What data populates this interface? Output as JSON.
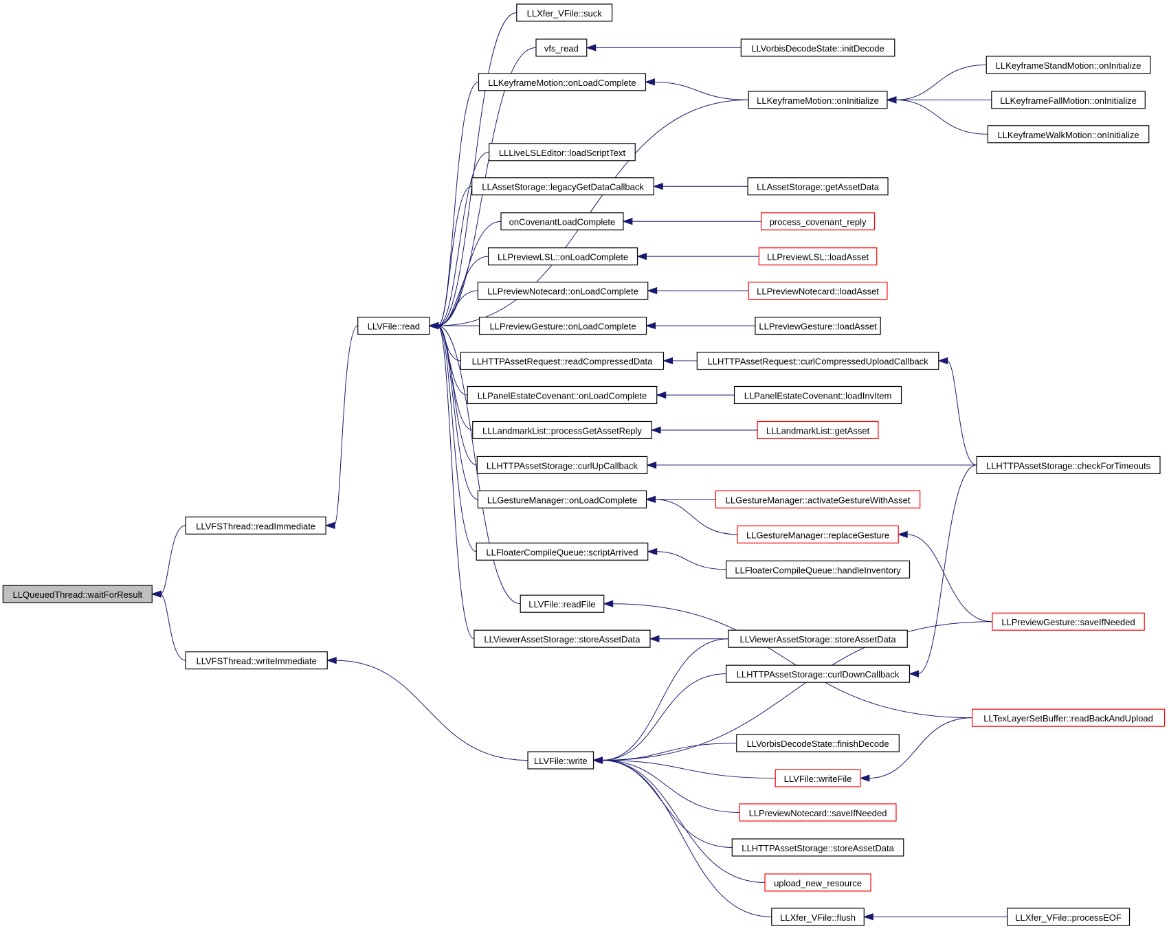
{
  "colors": {
    "edge": "#191970",
    "root_fill": "#bfbfbf",
    "node_border": "#000000",
    "incomplete_border": "#ff0000"
  },
  "nodes": [
    {
      "id": "n0",
      "label": "LLQueuedThread::waitForResult",
      "root": true
    },
    {
      "id": "n1",
      "label": "LLVFSThread::readImmediate"
    },
    {
      "id": "n2",
      "label": "LLVFSThread::writeImmediate"
    },
    {
      "id": "n3",
      "label": "LLVFile::read"
    },
    {
      "id": "n4",
      "label": "LLVFile::write"
    },
    {
      "id": "n5",
      "label": "LLXfer_VFile::suck"
    },
    {
      "id": "n6",
      "label": "vfs_read"
    },
    {
      "id": "n7",
      "label": "LLKeyframeMotion::onLoadComplete"
    },
    {
      "id": "n8",
      "label": "LLLiveLSLEditor::loadScriptText"
    },
    {
      "id": "n9",
      "label": "LLAssetStorage::legacyGetDataCallback"
    },
    {
      "id": "n10",
      "label": "onCovenantLoadComplete"
    },
    {
      "id": "n11",
      "label": "LLPreviewLSL::onLoadComplete"
    },
    {
      "id": "n12",
      "label": "LLPreviewNotecard::onLoadComplete"
    },
    {
      "id": "n13",
      "label": "LLPreviewGesture::onLoadComplete"
    },
    {
      "id": "n14",
      "label": "LLHTTPAssetRequest::readCompressedData"
    },
    {
      "id": "n15",
      "label": "LLPanelEstateCovenant::onLoadComplete"
    },
    {
      "id": "n16",
      "label": "LLLandmarkList::processGetAssetReply"
    },
    {
      "id": "n17",
      "label": "LLHTTPAssetStorage::curlUpCallback"
    },
    {
      "id": "n18",
      "label": "LLGestureManager::onLoadComplete"
    },
    {
      "id": "n19",
      "label": "LLFloaterCompileQueue::scriptArrived"
    },
    {
      "id": "n20",
      "label": "LLVFile::readFile"
    },
    {
      "id": "n21",
      "label": "LLViewerAssetStorage::storeAssetData"
    },
    {
      "id": "n22",
      "label": "LLVorbisDecodeState::initDecode"
    },
    {
      "id": "n23",
      "label": "LLKeyframeMotion::onInitialize"
    },
    {
      "id": "n24",
      "label": "LLAssetStorage::getAssetData"
    },
    {
      "id": "n25",
      "label": "process_covenant_reply",
      "incomplete": true
    },
    {
      "id": "n26",
      "label": "LLPreviewLSL::loadAsset",
      "incomplete": true
    },
    {
      "id": "n27",
      "label": "LLPreviewNotecard::loadAsset",
      "incomplete": true
    },
    {
      "id": "n28",
      "label": "LLPreviewGesture::loadAsset"
    },
    {
      "id": "n29",
      "label": "LLHTTPAssetRequest::curlCompressedUploadCallback"
    },
    {
      "id": "n30",
      "label": "LLPanelEstateCovenant::loadInvItem"
    },
    {
      "id": "n31",
      "label": "LLLandmarkList::getAsset",
      "incomplete": true
    },
    {
      "id": "n32",
      "label": "LLGestureManager::activateGestureWithAsset",
      "incomplete": true
    },
    {
      "id": "n33",
      "label": "LLGestureManager::replaceGesture",
      "incomplete": true
    },
    {
      "id": "n34",
      "label": "LLFloaterCompileQueue::handleInventory"
    },
    {
      "id": "n35",
      "label": "LLViewerAssetStorage::storeAssetData"
    },
    {
      "id": "n36",
      "label": "LLHTTPAssetStorage::curlDownCallback"
    },
    {
      "id": "n37",
      "label": "LLVorbisDecodeState::finishDecode"
    },
    {
      "id": "n38",
      "label": "LLVFile::writeFile",
      "incomplete": true
    },
    {
      "id": "n39",
      "label": "LLPreviewNotecard::saveIfNeeded",
      "incomplete": true
    },
    {
      "id": "n40",
      "label": "LLHTTPAssetStorage::storeAssetData"
    },
    {
      "id": "n41",
      "label": "upload_new_resource",
      "incomplete": true
    },
    {
      "id": "n42",
      "label": "LLXfer_VFile::flush"
    },
    {
      "id": "n43",
      "label": "LLKeyframeStandMotion::onInitialize"
    },
    {
      "id": "n44",
      "label": "LLKeyframeFallMotion::onInitialize"
    },
    {
      "id": "n45",
      "label": "LLKeyframeWalkMotion::onInitialize"
    },
    {
      "id": "n46",
      "label": "LLHTTPAssetStorage::checkForTimeouts"
    },
    {
      "id": "n47",
      "label": "LLPreviewGesture::saveIfNeeded",
      "incomplete": true
    },
    {
      "id": "n48",
      "label": "LLTexLayerSetBuffer::readBackAndUpload",
      "incomplete": true
    },
    {
      "id": "n49",
      "label": "LLXfer_VFile::processEOF"
    }
  ],
  "edges": [
    {
      "from": "n1",
      "to": "n0"
    },
    {
      "from": "n2",
      "to": "n0"
    },
    {
      "from": "n3",
      "to": "n1"
    },
    {
      "from": "n4",
      "to": "n2"
    },
    {
      "from": "n5",
      "to": "n3"
    },
    {
      "from": "n6",
      "to": "n3"
    },
    {
      "from": "n7",
      "to": "n3"
    },
    {
      "from": "n23",
      "to": "n3"
    },
    {
      "from": "n8",
      "to": "n3"
    },
    {
      "from": "n9",
      "to": "n3"
    },
    {
      "from": "n10",
      "to": "n3"
    },
    {
      "from": "n11",
      "to": "n3"
    },
    {
      "from": "n12",
      "to": "n3"
    },
    {
      "from": "n13",
      "to": "n3"
    },
    {
      "from": "n14",
      "to": "n3"
    },
    {
      "from": "n15",
      "to": "n3"
    },
    {
      "from": "n16",
      "to": "n3"
    },
    {
      "from": "n17",
      "to": "n3"
    },
    {
      "from": "n18",
      "to": "n3"
    },
    {
      "from": "n19",
      "to": "n3"
    },
    {
      "from": "n20",
      "to": "n3"
    },
    {
      "from": "n21",
      "to": "n3"
    },
    {
      "from": "n22",
      "to": "n6"
    },
    {
      "from": "n23",
      "to": "n7"
    },
    {
      "from": "n43",
      "to": "n23"
    },
    {
      "from": "n44",
      "to": "n23"
    },
    {
      "from": "n45",
      "to": "n23"
    },
    {
      "from": "n24",
      "to": "n9"
    },
    {
      "from": "n25",
      "to": "n10"
    },
    {
      "from": "n26",
      "to": "n11"
    },
    {
      "from": "n27",
      "to": "n12"
    },
    {
      "from": "n28",
      "to": "n13"
    },
    {
      "from": "n29",
      "to": "n14"
    },
    {
      "from": "n46",
      "to": "n29"
    },
    {
      "from": "n30",
      "to": "n15"
    },
    {
      "from": "n31",
      "to": "n16"
    },
    {
      "from": "n46",
      "to": "n17"
    },
    {
      "from": "n32",
      "to": "n18"
    },
    {
      "from": "n33",
      "to": "n18"
    },
    {
      "from": "n47",
      "to": "n33"
    },
    {
      "from": "n34",
      "to": "n19"
    },
    {
      "from": "n48",
      "to": "n20"
    },
    {
      "from": "n35",
      "to": "n21"
    },
    {
      "from": "n35",
      "to": "n4"
    },
    {
      "from": "n36",
      "to": "n4"
    },
    {
      "from": "n47",
      "to": "n4"
    },
    {
      "from": "n37",
      "to": "n4"
    },
    {
      "from": "n38",
      "to": "n4"
    },
    {
      "from": "n39",
      "to": "n4"
    },
    {
      "from": "n40",
      "to": "n4"
    },
    {
      "from": "n41",
      "to": "n4"
    },
    {
      "from": "n42",
      "to": "n4"
    },
    {
      "from": "n46",
      "to": "n36"
    },
    {
      "from": "n48",
      "to": "n38"
    },
    {
      "from": "n49",
      "to": "n42"
    }
  ]
}
